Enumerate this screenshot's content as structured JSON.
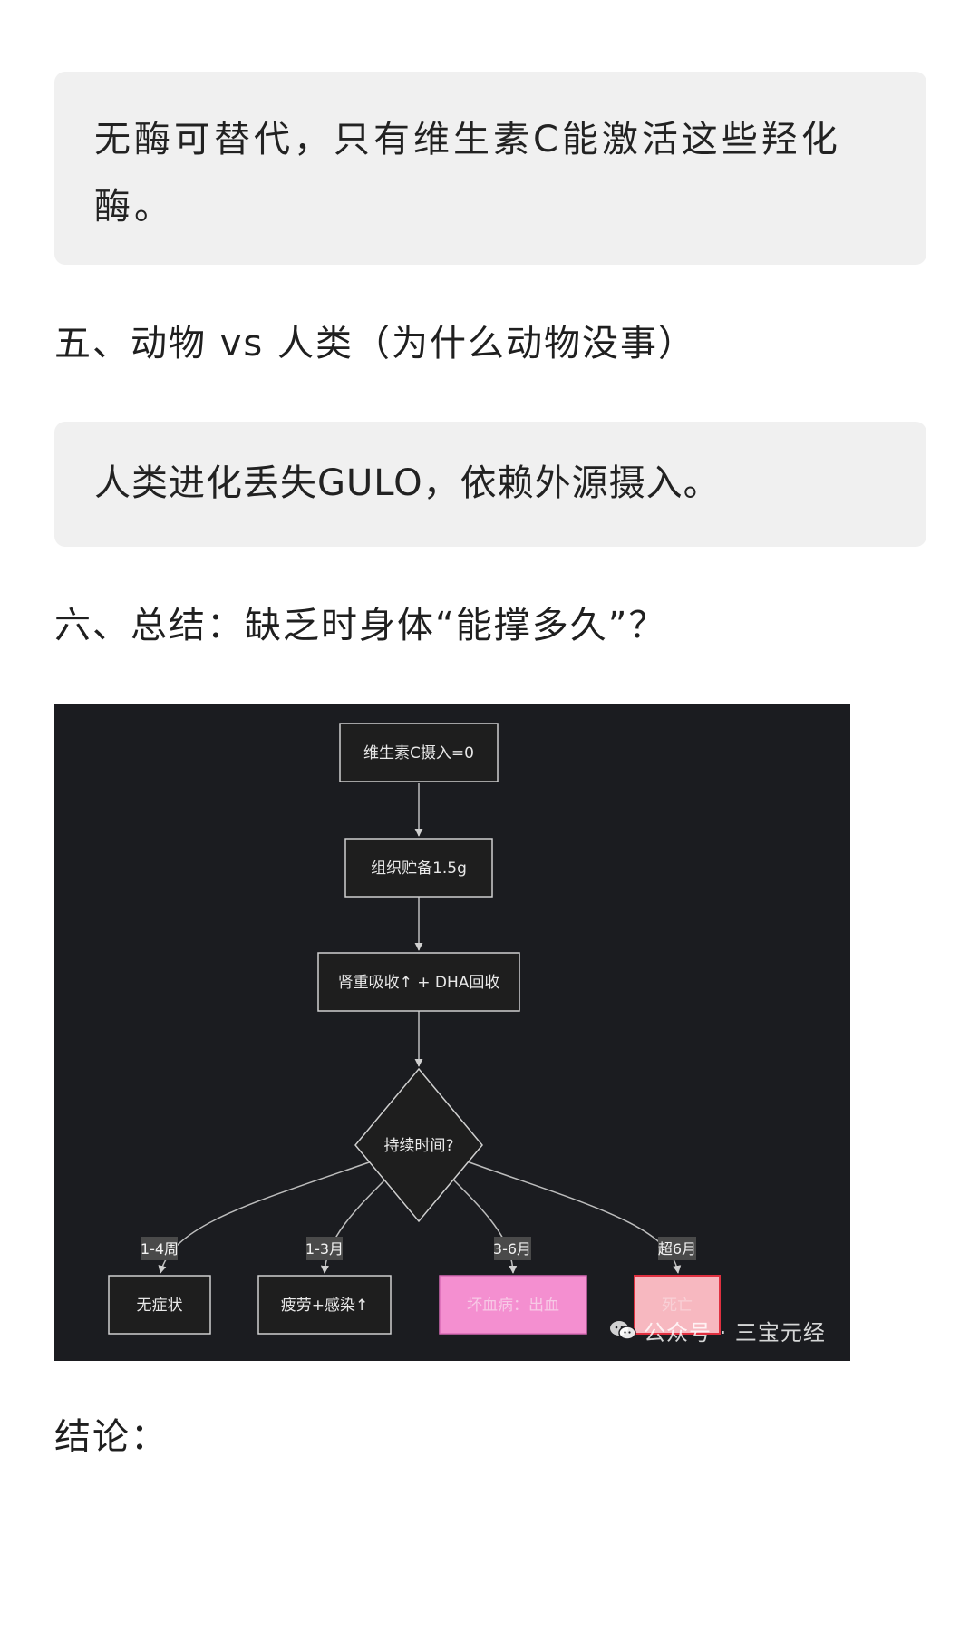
{
  "quote1": {
    "text": "无酶可替代，只有维生素C能激活这些羟化酶。"
  },
  "section5": {
    "heading": "五、动物 vs 人类（为什么动物没事）"
  },
  "quote2": {
    "text": "人类进化丢失GULO，依赖外源摄入。"
  },
  "section6": {
    "heading": "六、总结：缺乏时身体“能撑多久”？"
  },
  "flowchart": {
    "nodes": {
      "start": "维生素C摄入=0",
      "storage": "组织贮备1.5g",
      "recycle": "肾重吸收↑ + DHA回收",
      "decision": "持续时间?",
      "outcome1": "无症状",
      "outcome2": "疲劳+感染↑",
      "outcome3": "坏血病：出血",
      "outcome4": "死亡"
    },
    "edge_labels": {
      "e1": "1-4周",
      "e2": "1-3月",
      "e3": "3-6月",
      "e4": "超6月"
    },
    "colors": {
      "background": "#1b1c20",
      "node_fill": "#1e1e1e",
      "node_stroke": "#cccccc",
      "outcome3_fill": "#f48fd0",
      "outcome4_fill": "#f7b8c0",
      "outcome4_stroke": "#e03040",
      "edge_label_bg": "#4a4a4a"
    }
  },
  "watermark": {
    "text": "公众号 · 三宝元经",
    "icon": "wechat-icon"
  },
  "conclusion": {
    "heading": "结论："
  }
}
